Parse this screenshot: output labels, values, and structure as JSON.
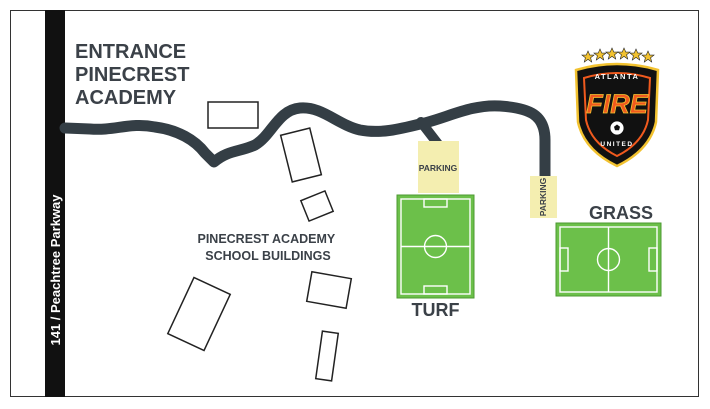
{
  "road": {
    "label": "141 / Peachtree Parkway"
  },
  "entrance": {
    "lines": [
      "ENTRANCE",
      "PINECREST",
      "ACADEMY"
    ]
  },
  "buildings": {
    "lines": [
      "PINECREST ACADEMY",
      "SCHOOL BUILDINGS"
    ]
  },
  "parking": {
    "label_1": "PARKING",
    "label_2": "PARKING"
  },
  "fields": {
    "turf_label": "TURF",
    "grass_label": "GRASS"
  },
  "logo": {
    "top_text": "ATLANTA",
    "word": "FIRE",
    "bottom_text": "UNITED"
  },
  "colors": {
    "road": "#343e45",
    "field": "#6cc04a",
    "parking": "#f4eeb0",
    "label": "#3b4148",
    "logo_orange": "#f05a1e",
    "logo_gold": "#f2c230"
  }
}
